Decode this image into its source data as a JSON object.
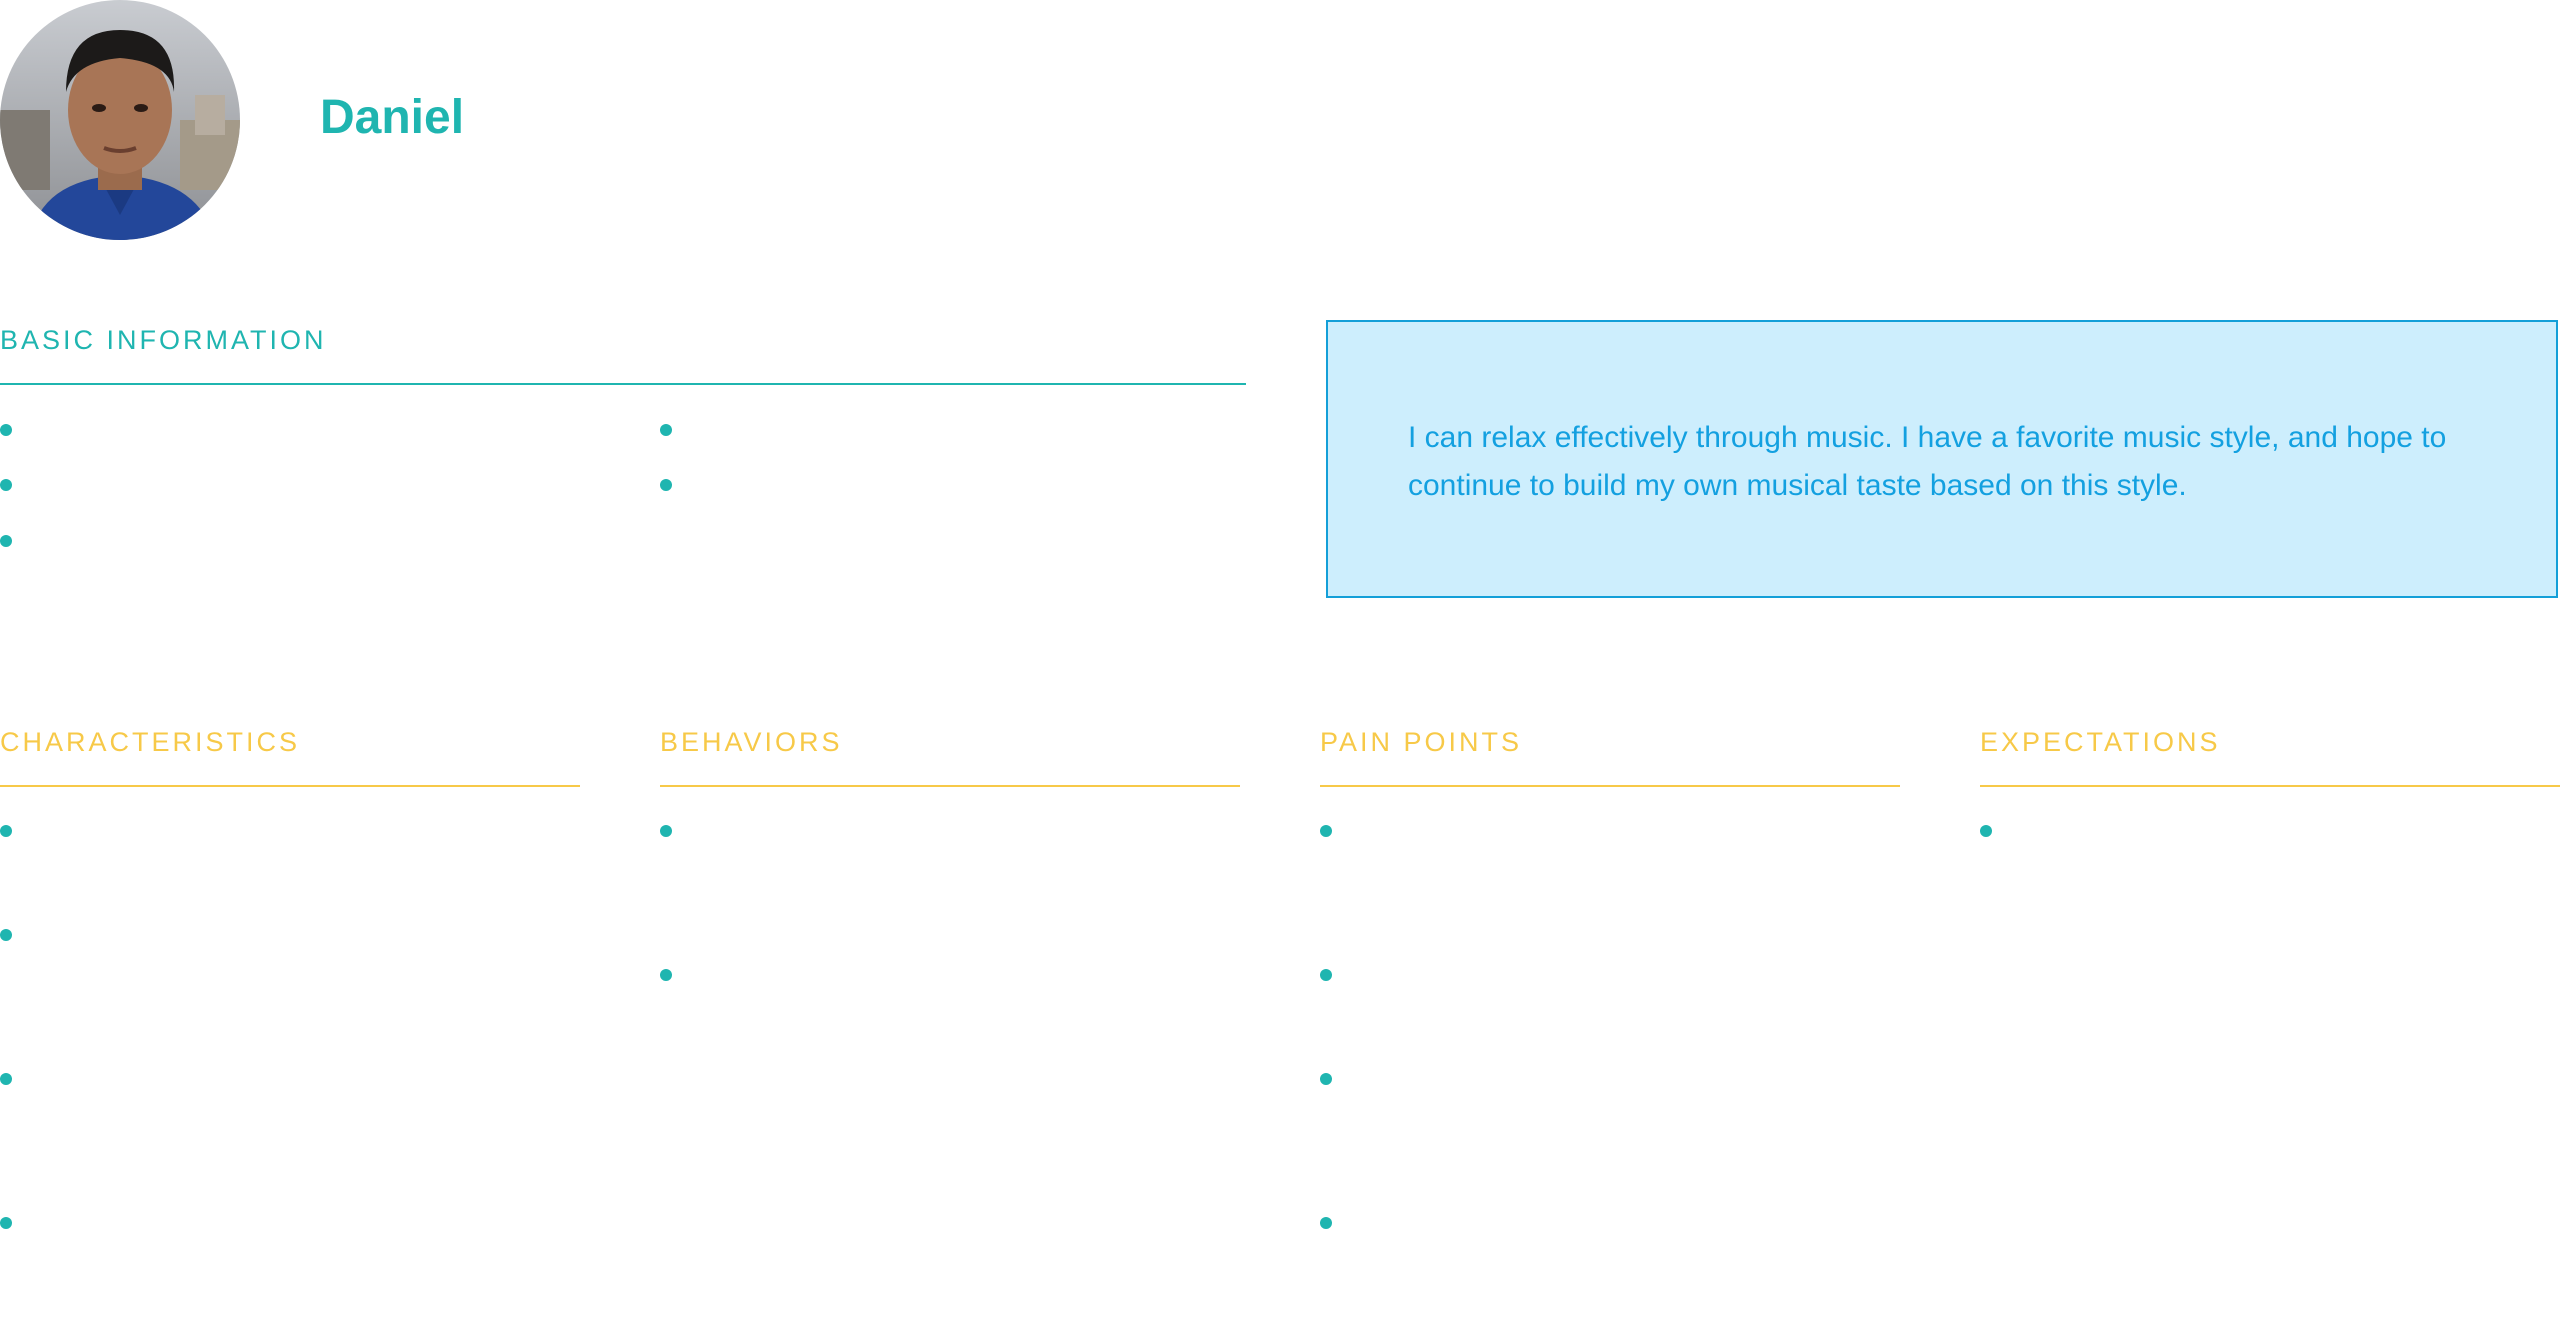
{
  "persona": {
    "name": "Daniel",
    "avatar_icon": "portrait-photo"
  },
  "sections": {
    "basic_information": "BASIC INFORMATION",
    "characteristics": "CHARACTERISTICS",
    "behaviors": "BEHAVIORS",
    "pain_points": "PAIN POINTS",
    "expectations": "EXPECTATIONS"
  },
  "quote": "I can relax effectively through music. I have a favorite music style, and hope to continue to build my own musical taste based on this style.",
  "colors": {
    "accent_teal": "#1fb5b0",
    "accent_yellow": "#f7c948",
    "quote_text": "#13a0e0",
    "quote_background": "#cdeefd",
    "quote_border": "#139fd8"
  }
}
